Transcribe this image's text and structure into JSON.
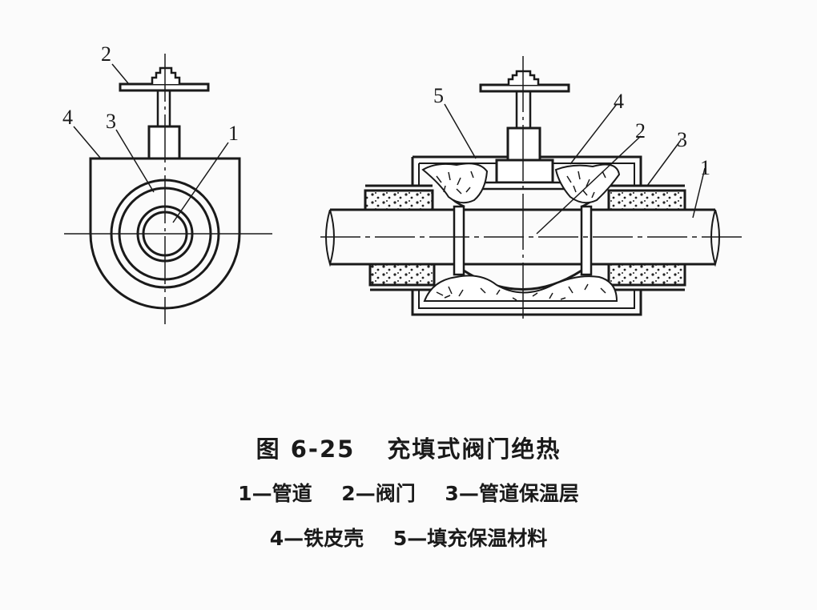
{
  "figure": {
    "left_view_labels": [
      "2",
      "4",
      "3",
      "1"
    ],
    "right_view_labels": [
      "5",
      "4",
      "2",
      "3",
      "1"
    ]
  },
  "caption": {
    "figure_number": "图 6-25",
    "title": "充填式阀门绝热",
    "legend_line1": [
      "1—管道",
      "2—阀门",
      "3—管道保温层"
    ],
    "legend_line2": [
      "4—铁皮壳",
      "5—填充保温材料"
    ]
  },
  "colors": {
    "ink": "#1a1a1a",
    "paper": "#fbfbfb"
  }
}
